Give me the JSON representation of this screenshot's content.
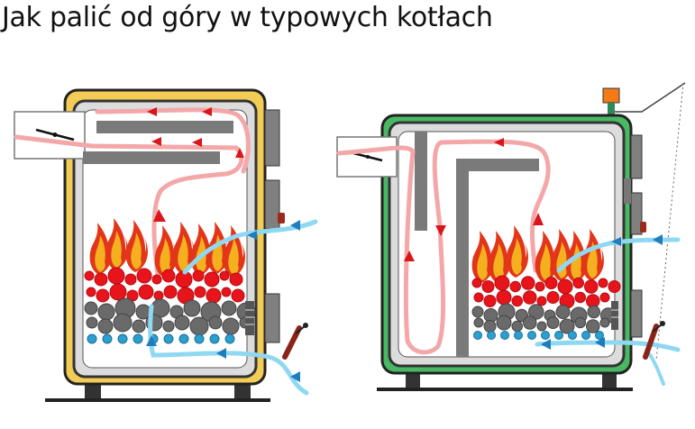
{
  "title": "Jak palić od góry w typowych kotłach",
  "colors": {
    "boiler_left_jacket": "#f2cc55",
    "boiler_right_jacket": "#49b864",
    "fire_outer": "#e23519",
    "fire_inner": "#f5b01f",
    "glowing_coal": "#e8141b",
    "fuel_grey": "#6a6a6a",
    "ash_pan_blue": "#2b9fd0",
    "flue_gas_path": "#f4a7a8",
    "air_path": "#8fd8f2",
    "arrow_red": "#d8161b",
    "arrow_blue": "#1f7dbf",
    "regulator_orange": "#f27a17"
  },
  "boilers": [
    {
      "name": "left-boiler",
      "icon": "boiler-with-two-horizontal-baffles"
    },
    {
      "name": "right-boiler",
      "icon": "boiler-with-vertical-baffles-and-draft-regulator"
    }
  ]
}
